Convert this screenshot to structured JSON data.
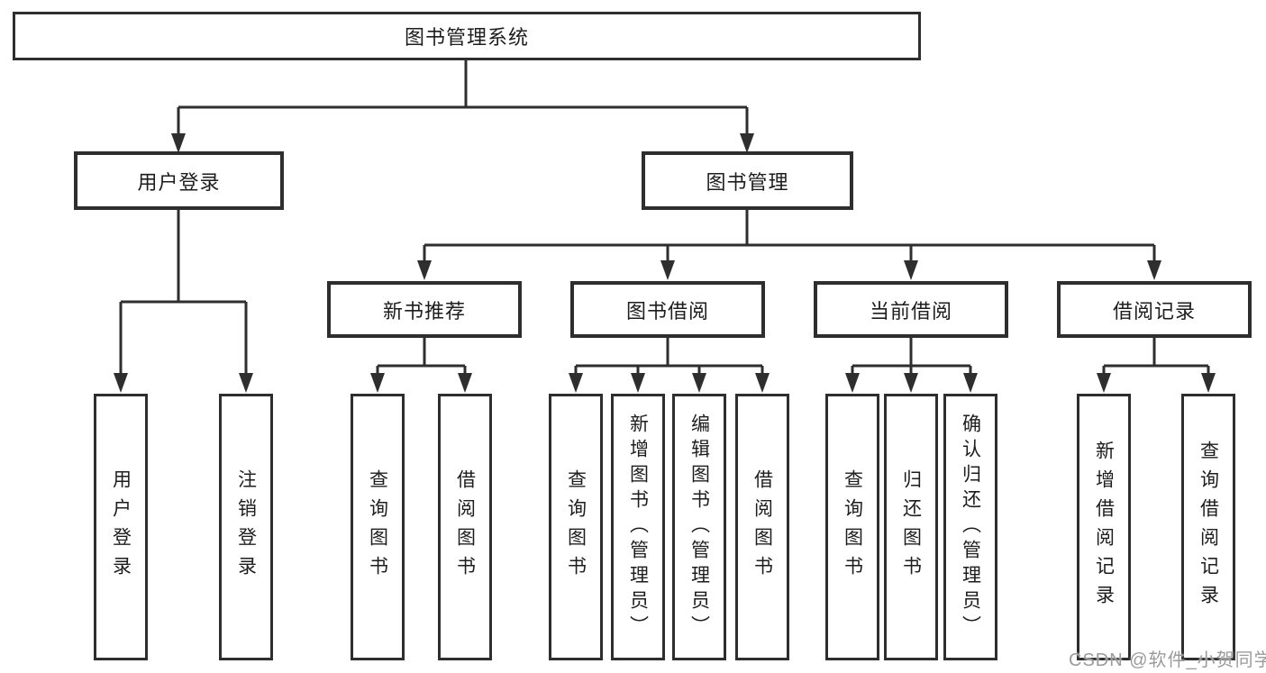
{
  "diagram": {
    "root": {
      "label": "图书管理系统"
    },
    "branches": [
      {
        "label": "用户登录",
        "children": [
          {
            "label": "用户登录"
          },
          {
            "label": "注销登录"
          }
        ]
      },
      {
        "label": "图书管理",
        "children": [
          {
            "label": "新书推荐",
            "children": [
              {
                "label": "查询图书"
              },
              {
                "label": "借阅图书"
              }
            ]
          },
          {
            "label": "图书借阅",
            "children": [
              {
                "label": "查询图书"
              },
              {
                "label": "新增图书（管理员）"
              },
              {
                "label": "编辑图书（管理员）"
              },
              {
                "label": "借阅图书"
              }
            ]
          },
          {
            "label": "当前借阅",
            "children": [
              {
                "label": "查询图书"
              },
              {
                "label": "归还图书"
              },
              {
                "label": "确认归还（管理员）"
              }
            ]
          },
          {
            "label": "借阅记录",
            "children": [
              {
                "label": "新增借阅记录"
              },
              {
                "label": "查询借阅记录"
              }
            ]
          }
        ]
      }
    ]
  },
  "watermark": {
    "text": "CSDN @软件_小贺同学"
  },
  "colors": {
    "line": "#2e2e2e",
    "text": "#1d1d1d",
    "watermark": "#9b9b9b",
    "background": "#ffffff"
  }
}
